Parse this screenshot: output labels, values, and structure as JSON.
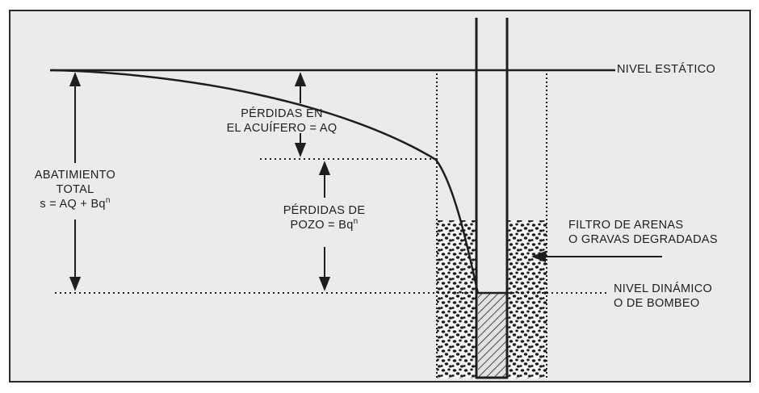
{
  "labels": {
    "static_level": "NIVEL ESTÁTICO",
    "aquifer_loss_line1": "PÉRDIDAS EN",
    "aquifer_loss_line2": "EL ACUÍFERO = AQ",
    "total_line1": "ABATIMIENTO",
    "total_line2": "TOTAL",
    "total_line3": "s = AQ + Bq",
    "total_exp": "n",
    "well_loss_line1": "PÉRDIDAS DE",
    "well_loss_line2": "POZO = Bq",
    "well_loss_exp": "n",
    "filter_line1": "FILTRO DE ARENAS",
    "filter_line2": "O GRAVAS DEGRADADAS",
    "dynamic_line1": "NIVEL DINÁMICO",
    "dynamic_line2": "O DE BOMBEO"
  },
  "colors": {
    "ink": "#1e1e1e",
    "panel": "#ebebeb",
    "water_hatch": "#bdbdbd"
  }
}
